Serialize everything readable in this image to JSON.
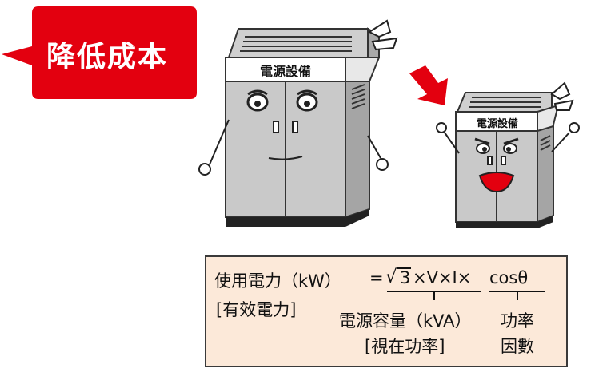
{
  "bubble": {
    "text": "降低成本",
    "color": "#e3000f"
  },
  "cabinets": {
    "large_label": "電源設備",
    "small_label": "電源設備"
  },
  "arrow": {
    "color": "#e3000f"
  },
  "formula": {
    "lhs": "使用電力（kW）",
    "equals": "=",
    "sqrt_sign": "√",
    "sqrt_value": "3",
    "times1": "×V×I×",
    "cos": "cosθ",
    "lhs_sub": "[有效電力]",
    "term1": "電源容量（kVA）",
    "term1_sub": "[視在功率]",
    "term2": "功率",
    "term2_sub": "因數"
  }
}
